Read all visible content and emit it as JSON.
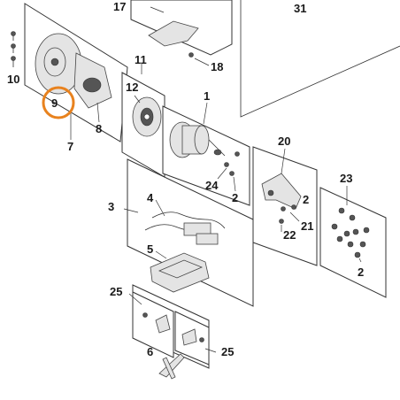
{
  "diagram": {
    "accent_color": "#e8821e",
    "highlighted_callout": "callout-9",
    "callouts": {
      "c1": "1",
      "c2a": "2",
      "c2b": "2",
      "c2c": "2",
      "c3": "3",
      "c4": "4",
      "c5": "5",
      "c6": "6",
      "c7": "7",
      "c8": "8",
      "c9": "9",
      "c10": "10",
      "c11": "11",
      "c12": "12",
      "c17": "17",
      "c18": "18",
      "c20": "20",
      "c21": "21",
      "c22": "22",
      "c23": "23",
      "c24": "24",
      "c25a": "25",
      "c25b": "25",
      "c31": "31"
    }
  }
}
